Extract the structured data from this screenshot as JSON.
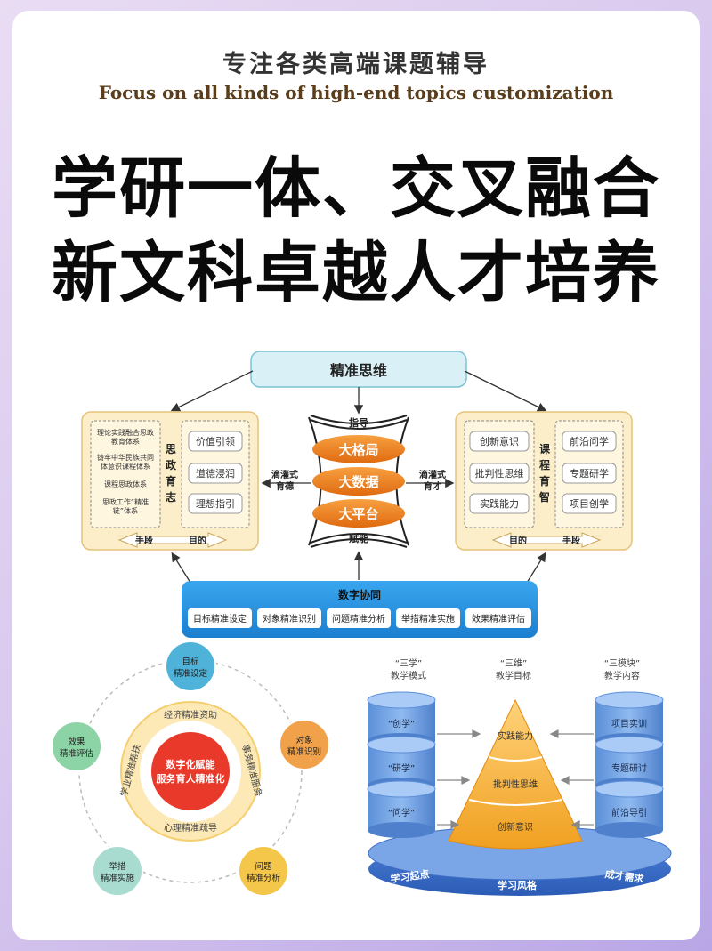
{
  "header": {
    "subtitle_cn": "专注各类高端课题辅导",
    "subtitle_en": "Focus on all kinds of high-end topics customization",
    "headline_1": "学研一体、交叉融合",
    "headline_2": "新文科卓越人才培养"
  },
  "diagram1": {
    "top": "精准思维",
    "guide": "指导",
    "empower": "赋能",
    "centers": [
      "大格局",
      "大数据",
      "大平台"
    ],
    "drip_left": [
      "滴灌式",
      "育德"
    ],
    "drip_right": [
      "滴灌式",
      "育才"
    ],
    "left_panel": {
      "methods": [
        "理论实践融合思政",
        "教育体系",
        "铸牢中华民族共同",
        "体意识课程体系",
        "课程思政体系",
        "思政工作“精准",
        "链”体系"
      ],
      "goals": [
        "价值引领",
        "道德浸润",
        "理想指引"
      ],
      "vertical": [
        "思",
        "政",
        "育",
        "志"
      ],
      "foot_left": "手段",
      "foot_right": "目的"
    },
    "right_panel": {
      "methods": [
        "创新意识",
        "批判性思维",
        "实践能力"
      ],
      "goals": [
        "前沿问学",
        "专题研学",
        "项目创学"
      ],
      "vertical": [
        "课",
        "程",
        "育",
        "智"
      ],
      "foot_left": "目的",
      "foot_right": "手段"
    },
    "bottom": {
      "title": "数字协同",
      "items": [
        "目标精准设定",
        "对象精准识别",
        "问题精准分析",
        "举措精准实施",
        "效果精准评估"
      ]
    }
  },
  "diagram2": {
    "center": [
      "数字化赋能",
      "服务育人精准化"
    ],
    "ring": [
      "经济精准资助",
      "事务精准服务",
      "心理精准疏导",
      "学业精准帮扶"
    ],
    "nodes": [
      {
        "lines": [
          "目标",
          "精准设定"
        ],
        "color": "#4fb3d9"
      },
      {
        "lines": [
          "对象",
          "精准识别"
        ],
        "color": "#f0a14a"
      },
      {
        "lines": [
          "问题",
          "精准分析"
        ],
        "color": "#f4c64a"
      },
      {
        "lines": [
          "举措",
          "精准实施"
        ],
        "color": "#a8dcd0"
      },
      {
        "lines": [
          "效果",
          "精准评估"
        ],
        "color": "#8cd3a6"
      }
    ]
  },
  "diagram3": {
    "headers": [
      {
        "lines": [
          "“三学”",
          "教学模式"
        ]
      },
      {
        "lines": [
          "“三维”",
          "教学目标"
        ]
      },
      {
        "lines": [
          "“三模块”",
          "教学内容"
        ]
      }
    ],
    "left_stack": [
      "“创学”",
      "“研学”",
      "“问学”"
    ],
    "pyramid": [
      "实践能力",
      "批判性思维",
      "创新意识"
    ],
    "right_stack": [
      "项目实训",
      "专题研讨",
      "前沿导引"
    ],
    "base": [
      "学习起点",
      "学习风格",
      "成才需求"
    ]
  }
}
